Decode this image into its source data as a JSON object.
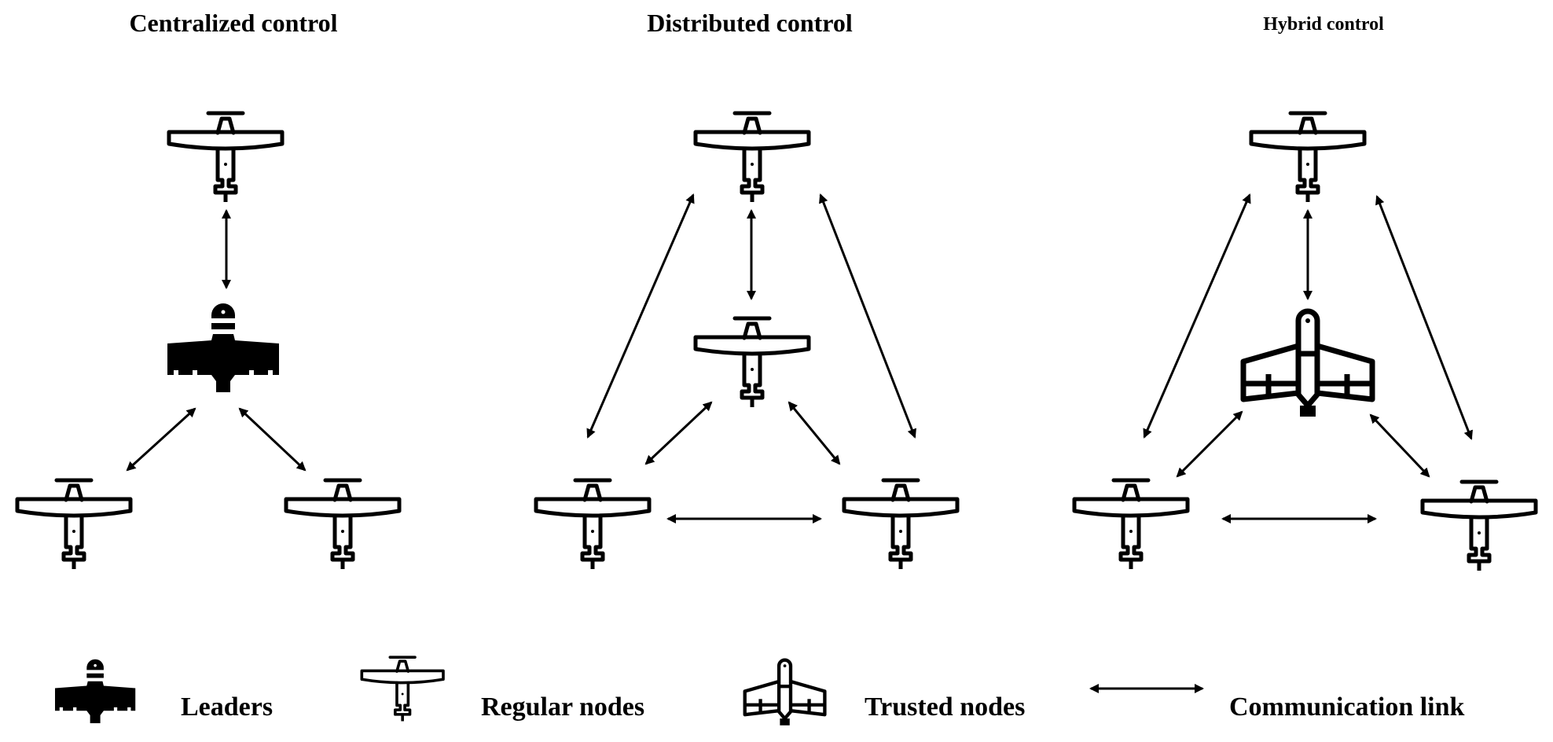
{
  "panels": [
    {
      "title": "Centralized control"
    },
    {
      "title": "Distributed control"
    },
    {
      "title": "Hybrid control"
    }
  ],
  "legend": {
    "leaders": "Leaders",
    "regular_nodes": "Regular nodes",
    "trusted_nodes": "Trusted nodes",
    "communication_link": "Communication link"
  },
  "colors": {
    "ink": "#000000",
    "paper": "#ffffff"
  },
  "icons": {
    "leader": "leader-uav-icon",
    "regular": "regular-uav-icon",
    "trusted": "trusted-uav-icon",
    "link": "double-arrow-icon"
  }
}
